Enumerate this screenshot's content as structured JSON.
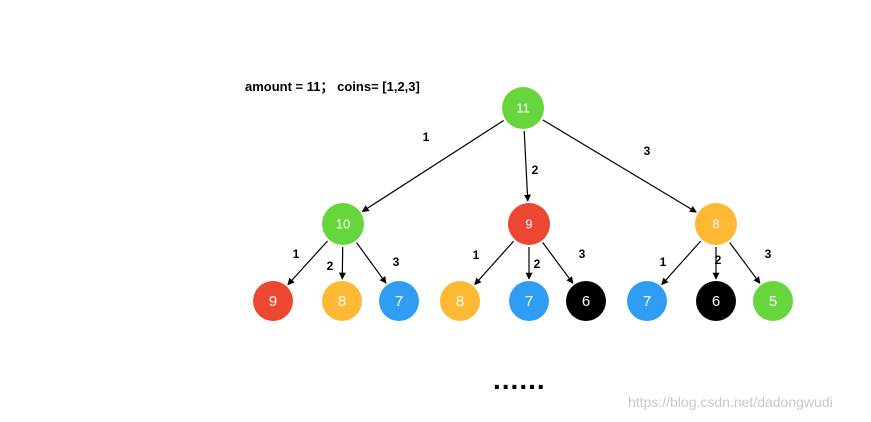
{
  "title": "amount = 11；  coins= [1,2,3]",
  "ellipsis": "......",
  "watermark": "https://blog.csdn.net/dadongwudi",
  "colors": {
    "green": "#66d63c",
    "red": "#ec4731",
    "orange": "#fdb933",
    "blue": "#2f9df4",
    "black": "#000000"
  },
  "nodes": [
    {
      "id": "n11",
      "label": "11",
      "color": "green"
    },
    {
      "id": "n10",
      "label": "10",
      "color": "green"
    },
    {
      "id": "n9a",
      "label": "9",
      "color": "red"
    },
    {
      "id": "n8a",
      "label": "8",
      "color": "orange"
    },
    {
      "id": "l9",
      "label": "9",
      "color": "red"
    },
    {
      "id": "l8a",
      "label": "8",
      "color": "orange"
    },
    {
      "id": "l7a",
      "label": "7",
      "color": "blue"
    },
    {
      "id": "l8b",
      "label": "8",
      "color": "orange"
    },
    {
      "id": "l7b",
      "label": "7",
      "color": "blue"
    },
    {
      "id": "l6a",
      "label": "6",
      "color": "black"
    },
    {
      "id": "l7c",
      "label": "7",
      "color": "blue"
    },
    {
      "id": "l6b",
      "label": "6",
      "color": "black"
    },
    {
      "id": "l5",
      "label": "5",
      "color": "green"
    }
  ],
  "edges": [
    {
      "from": "n11",
      "to": "n10",
      "label": "1"
    },
    {
      "from": "n11",
      "to": "n9a",
      "label": "2"
    },
    {
      "from": "n11",
      "to": "n8a",
      "label": "3"
    },
    {
      "from": "n10",
      "to": "l9",
      "label": "1"
    },
    {
      "from": "n10",
      "to": "l8a",
      "label": "2"
    },
    {
      "from": "n10",
      "to": "l7a",
      "label": "3"
    },
    {
      "from": "n9a",
      "to": "l8b",
      "label": "1"
    },
    {
      "from": "n9a",
      "to": "l7b",
      "label": "2"
    },
    {
      "from": "n9a",
      "to": "l6a",
      "label": "3"
    },
    {
      "from": "n8a",
      "to": "l7c",
      "label": "1"
    },
    {
      "from": "n8a",
      "to": "l6b",
      "label": "2"
    },
    {
      "from": "n8a",
      "to": "l5",
      "label": "3"
    }
  ]
}
